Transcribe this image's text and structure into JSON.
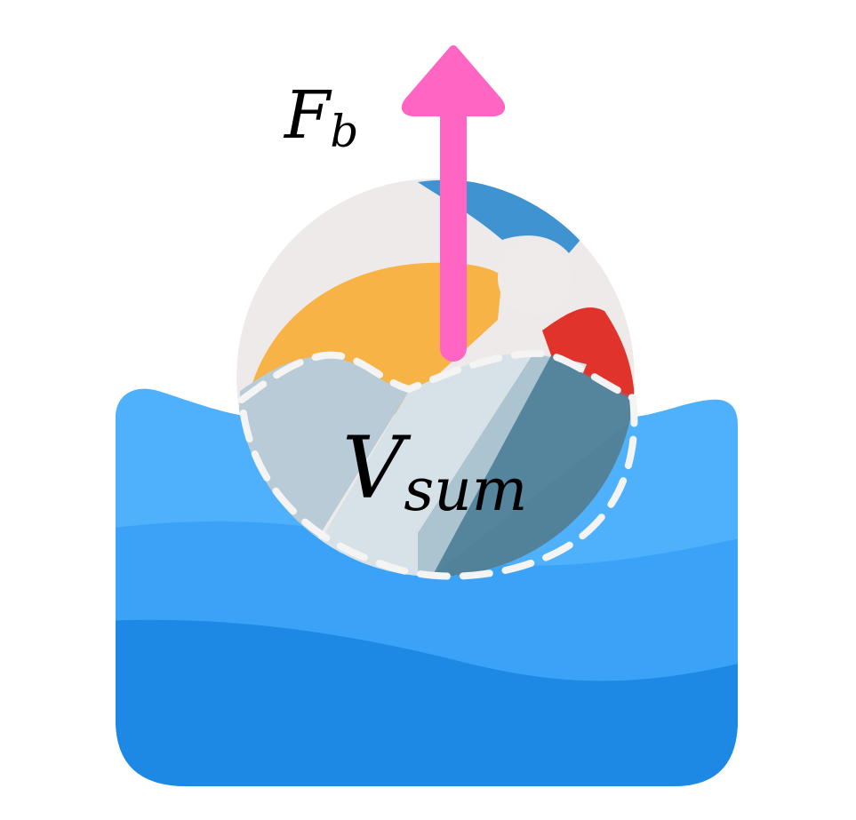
{
  "labels": {
    "force": "F",
    "force_sub": "b",
    "volume": "V",
    "volume_sub": "sum"
  },
  "colors": {
    "water_light": "#4fb0fb",
    "water_mid": "#3aa3f8",
    "water_dark": "#1e88e5",
    "ball_base": "#eeeaea",
    "ball_orange": "#f8b346",
    "ball_blue": "#3f93d1",
    "ball_red": "#e0332b",
    "arrow": "#ff66c4",
    "dashed_outline": "#f4f4f4",
    "text": "#000000"
  },
  "icons": {
    "water": "water-waves-icon",
    "ball": "beach-ball-icon",
    "arrow": "arrow-up-icon"
  }
}
